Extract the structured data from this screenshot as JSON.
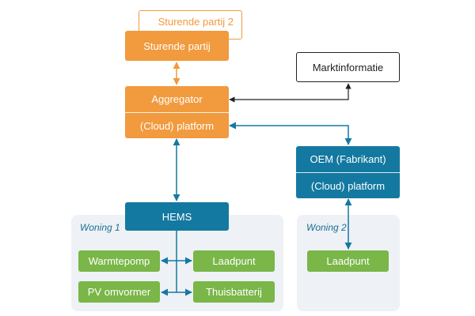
{
  "zones": {
    "woning1": "Woning 1",
    "woning2": "Woning 2"
  },
  "nodes": {
    "sturende_partij_2": "Sturende partij 2",
    "sturende_partij": "Sturende partij",
    "marktinformatie": "Marktinformatie",
    "aggregator": "Aggregator",
    "aggregator_platform": "(Cloud) platform",
    "oem": "OEM (Fabrikant)",
    "oem_platform": "(Cloud) platform",
    "hems": "HEMS",
    "warmtepomp": "Warmtepomp",
    "laadpunt_1": "Laadpunt",
    "pv_omvormer": "PV omvormer",
    "thuisbatterij": "Thuisbatterij",
    "laadpunt_2": "Laadpunt"
  },
  "colors": {
    "orange": "#f19a3e",
    "teal": "#1479a0",
    "green": "#7ab648",
    "zone": "#eef1f5",
    "black": "#222222"
  }
}
